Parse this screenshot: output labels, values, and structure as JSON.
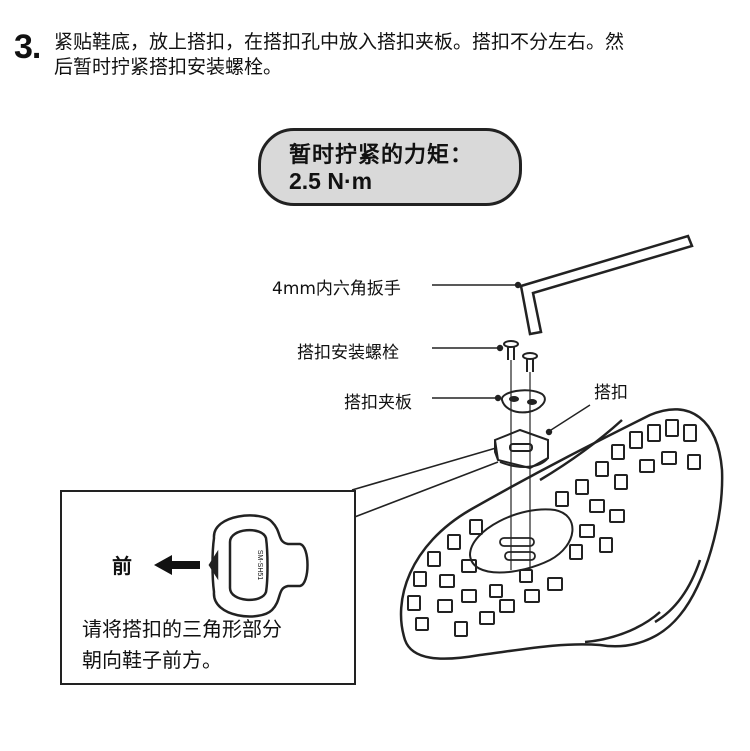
{
  "step": {
    "number": "3.",
    "line1": "紧贴鞋底，放上搭扣，在搭扣孔中放入搭扣夹板。搭扣不分左右。然",
    "line2": "后暂时拧紧搭扣安装螺栓。"
  },
  "torque": {
    "title": "暂时拧紧的力矩：",
    "value": "2.5 N·m"
  },
  "callouts": {
    "hex_wrench": "4mm内六角扳手",
    "cleat_bolt": "搭扣安装螺栓",
    "cleat_plate": "搭扣夹板",
    "cleat": "搭扣"
  },
  "inset": {
    "front_label": "前",
    "cleat_marking": "SM-SH51",
    "note_line1": "请将搭扣的三角形部分",
    "note_line2": "朝向鞋子前方。"
  }
}
